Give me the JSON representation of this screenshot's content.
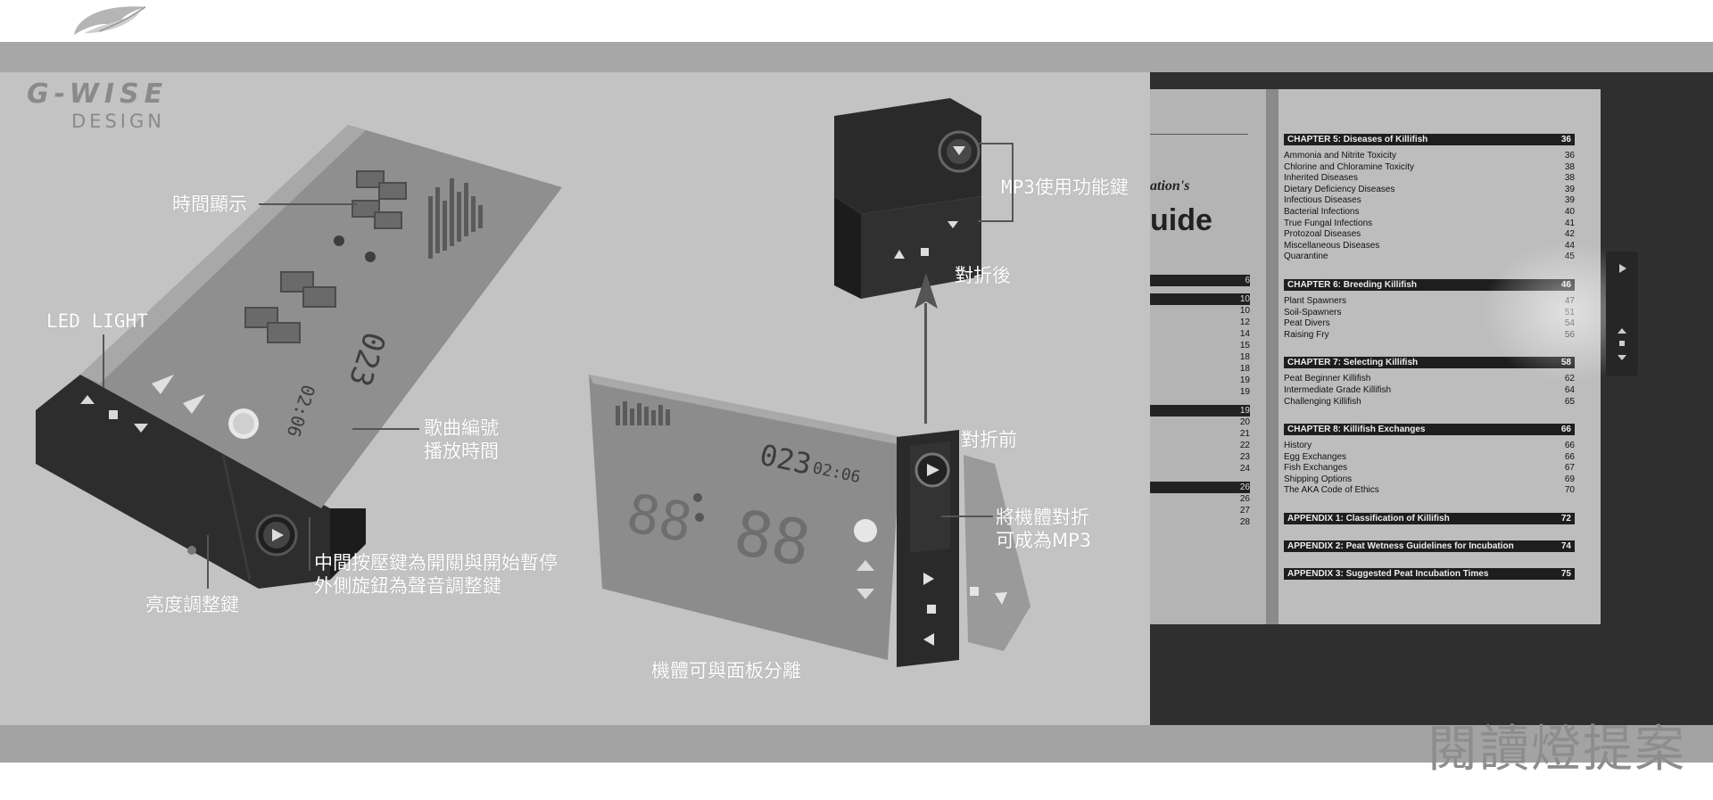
{
  "logo": {
    "brand": "G-WISE",
    "sub": "DESIGN"
  },
  "labels": {
    "time_display": "時間顯示",
    "led_light": "LED LIGHT",
    "song_line1": "歌曲編號",
    "song_line2": "播放時間",
    "center_line1": "中間按壓鍵為開關與開始暫停",
    "center_line2": "外側旋鈕為聲音調整鍵",
    "brightness": "亮度調整鍵",
    "mp3_keys": "MP3使用功能鍵",
    "after_fold": "對折後",
    "before_fold": "對折前",
    "fold_line1": "將機體對折",
    "fold_line2": "可成為MP3",
    "detach": "機體可與面板分離"
  },
  "device": {
    "digits": "88",
    "track": "023",
    "time": "02:06"
  },
  "book": {
    "title_fragment": "ation's",
    "title_big": "uide",
    "left_numbers": [
      "6",
      "10",
      "10",
      "12",
      "14",
      "15",
      "18",
      "18",
      "19",
      "19",
      "19",
      "20",
      "21",
      "22",
      "23",
      "24",
      "26",
      "26",
      "27",
      "28"
    ],
    "chapters": [
      {
        "head": "CHAPTER 5: Diseases of Killifish",
        "page": "36",
        "items": [
          [
            "Ammonia and Nitrite Toxicity",
            "36"
          ],
          [
            "Chlorine and Chloramine Toxicity",
            "38"
          ],
          [
            "Inherited Diseases",
            "38"
          ],
          [
            "Dietary Deficiency Diseases",
            "39"
          ],
          [
            "Infectious Diseases",
            "39"
          ],
          [
            "Bacterial Infections",
            "40"
          ],
          [
            "True Fungal Infections",
            "41"
          ],
          [
            "Protozoal Diseases",
            "42"
          ],
          [
            "Miscellaneous Diseases",
            "44"
          ],
          [
            "Quarantine",
            "45"
          ]
        ]
      },
      {
        "head": "CHAPTER 6: Breeding Killifish",
        "page": "46",
        "items": [
          [
            "Plant Spawners",
            "47"
          ],
          [
            "Soil-Spawners",
            "51"
          ],
          [
            "Peat Divers",
            "54"
          ],
          [
            "Raising Fry",
            "56"
          ]
        ]
      },
      {
        "head": "CHAPTER 7: Selecting Killifish",
        "page": "58",
        "items": [
          [
            "Peat Beginner Killifish",
            "62"
          ],
          [
            "Intermediate Grade Killifish",
            "64"
          ],
          [
            "Challenging Killifish",
            "65"
          ]
        ]
      },
      {
        "head": "CHAPTER 8: Killifish Exchanges",
        "page": "66",
        "items": [
          [
            "History",
            "66"
          ],
          [
            "Egg Exchanges",
            "66"
          ],
          [
            "Fish Exchanges",
            "67"
          ],
          [
            "Shipping Options",
            "69"
          ],
          [
            "The AKA Code of Ethics",
            "70"
          ]
        ]
      },
      {
        "head": "APPENDIX 1: Classification of Killifish",
        "page": "72",
        "items": []
      },
      {
        "head": "APPENDIX 2: Peat Wetness Guidelines for Incubation",
        "page": "74",
        "items": []
      },
      {
        "head": "APPENDIX 3: Suggested Peat Incubation Times",
        "page": "75",
        "items": []
      }
    ]
  },
  "proposal_title": "閱讀燈提案",
  "colors": {
    "panel": "#c3c3c3",
    "band": "#a7a7a7",
    "device_dark": "#2b2b2b",
    "screen": "#8f8f8f",
    "label": "#ffffff"
  }
}
